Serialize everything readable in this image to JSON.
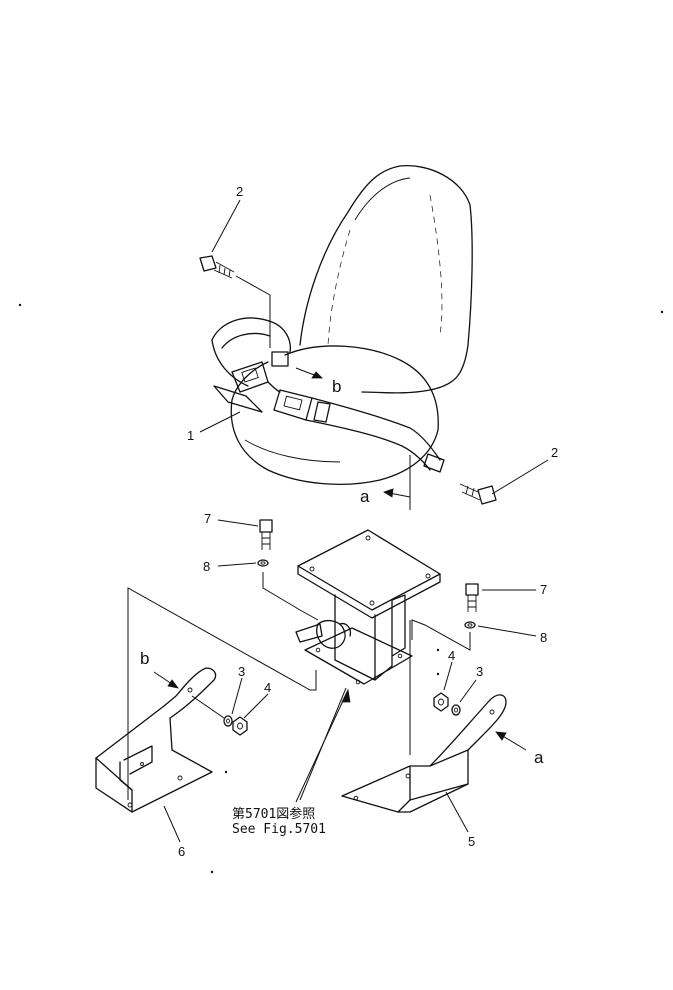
{
  "callouts": {
    "p1": "1",
    "p2_top": "2",
    "p2_right": "2",
    "p3_left": "3",
    "p3_right": "3",
    "p4_left": "4",
    "p4_right": "4",
    "p5": "5",
    "p6": "6",
    "p7_left": "7",
    "p7_right": "7",
    "p8_left": "8",
    "p8_right": "8"
  },
  "markers": {
    "a_upper": "a",
    "a_lower": "a",
    "b_upper": "b",
    "b_lower": "b"
  },
  "reference": {
    "line1": "第5701図参照",
    "line2": "See Fig.5701"
  }
}
